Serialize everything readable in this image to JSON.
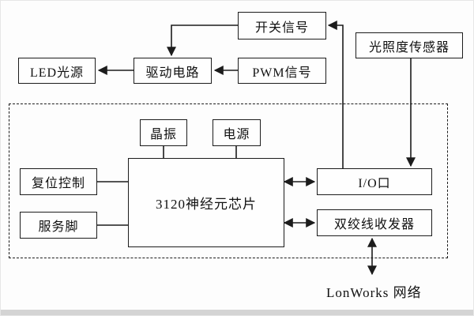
{
  "diagram": {
    "nodes": {
      "switch_signal": "开关信号",
      "light_sensor": "光照度传感器",
      "led_source": "LED光源",
      "drive_circuit": "驱动电路",
      "pwm_signal": "PWM信号",
      "crystal": "晶振",
      "power": "电源",
      "reset_control": "复位控制",
      "neuron_chip": "3120神经元芯片",
      "service_pin": "服务脚",
      "io_port": "I/O口",
      "twisted_pair_transceiver": "双绞线收发器",
      "lonworks_network": "LonWorks 网络"
    },
    "edges": [
      {
        "from": "io_port",
        "to": "switch_signal",
        "type": "arrow"
      },
      {
        "from": "switch_signal",
        "to": "drive_circuit",
        "type": "arrow"
      },
      {
        "from": "pwm_signal",
        "to": "drive_circuit",
        "type": "arrow"
      },
      {
        "from": "drive_circuit",
        "to": "led_source",
        "type": "arrow"
      },
      {
        "from": "light_sensor",
        "to": "io_port",
        "type": "arrow"
      },
      {
        "from": "neuron_chip",
        "to": "io_port",
        "type": "double-arrow"
      },
      {
        "from": "neuron_chip",
        "to": "twisted_pair_transceiver",
        "type": "double-arrow"
      },
      {
        "from": "twisted_pair_transceiver",
        "to": "lonworks_network",
        "type": "double-arrow"
      },
      {
        "from": "reset_control",
        "to": "neuron_chip",
        "type": "line"
      },
      {
        "from": "service_pin",
        "to": "neuron_chip",
        "type": "line"
      },
      {
        "from": "crystal",
        "to": "neuron_chip",
        "type": "line"
      },
      {
        "from": "power",
        "to": "neuron_chip",
        "type": "line"
      }
    ],
    "colors": {
      "line": "#1c1c1c",
      "box_border": "#1c1c1c",
      "background": "#fdfdfd"
    }
  }
}
